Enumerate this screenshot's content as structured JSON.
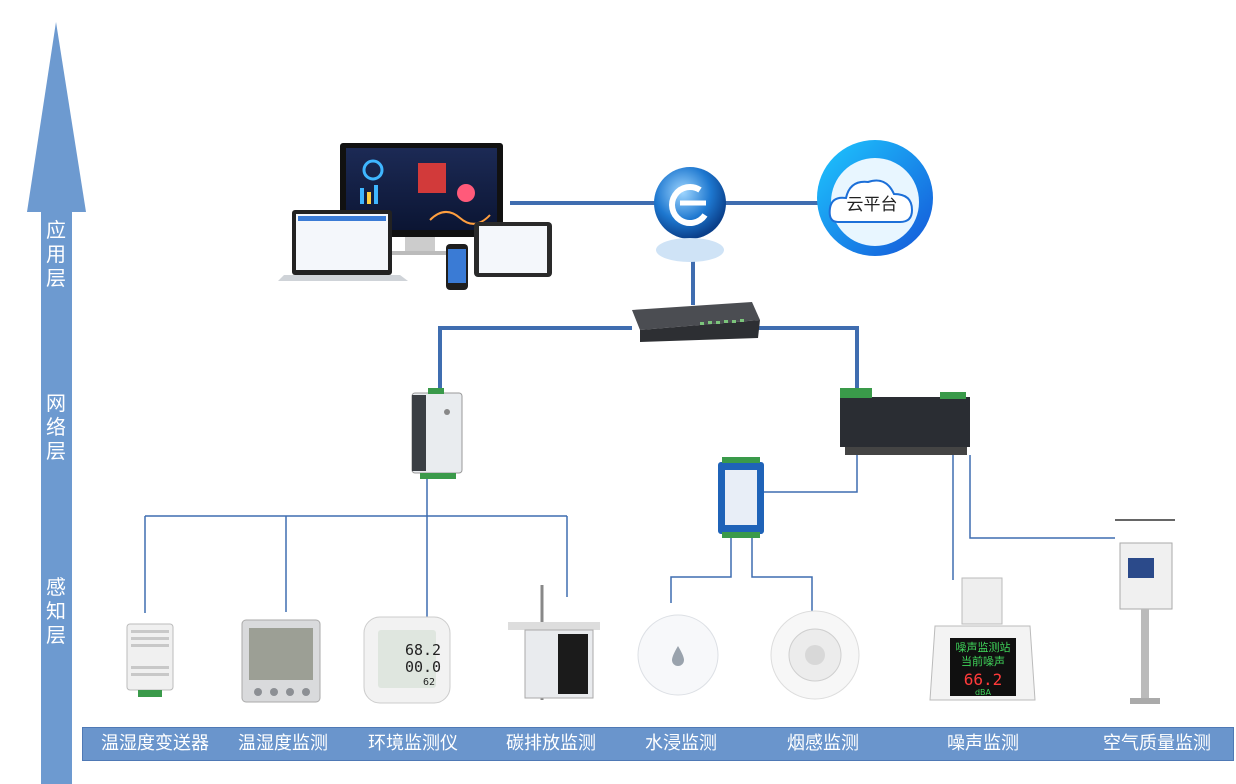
{
  "layers": [
    {
      "chars": [
        "应",
        "用",
        "层"
      ]
    },
    {
      "chars": [
        "网",
        "络",
        "层"
      ]
    },
    {
      "chars": [
        "感",
        "知",
        "层"
      ]
    }
  ],
  "cloud": {
    "label": "云平台"
  },
  "devices": [
    {
      "label": "温湿度变送器"
    },
    {
      "label": "温湿度监测"
    },
    {
      "label": "环境监测仪"
    },
    {
      "label": "碳排放监测"
    },
    {
      "label": "水浸监测"
    },
    {
      "label": "烟感监测"
    },
    {
      "label": "噪声监测"
    },
    {
      "label": "空气质量监测"
    }
  ],
  "env_monitor": {
    "reading1": "68.2",
    "reading2": "00.0",
    "reading3": "62"
  },
  "noise_display": {
    "line1": "噪声监测站",
    "line2": "当前噪声",
    "value": "66.2",
    "unit": "dBA"
  },
  "colors": {
    "arrow": "#6d9ad0",
    "bar": "#6a95cc",
    "link": "#3f6db0"
  }
}
